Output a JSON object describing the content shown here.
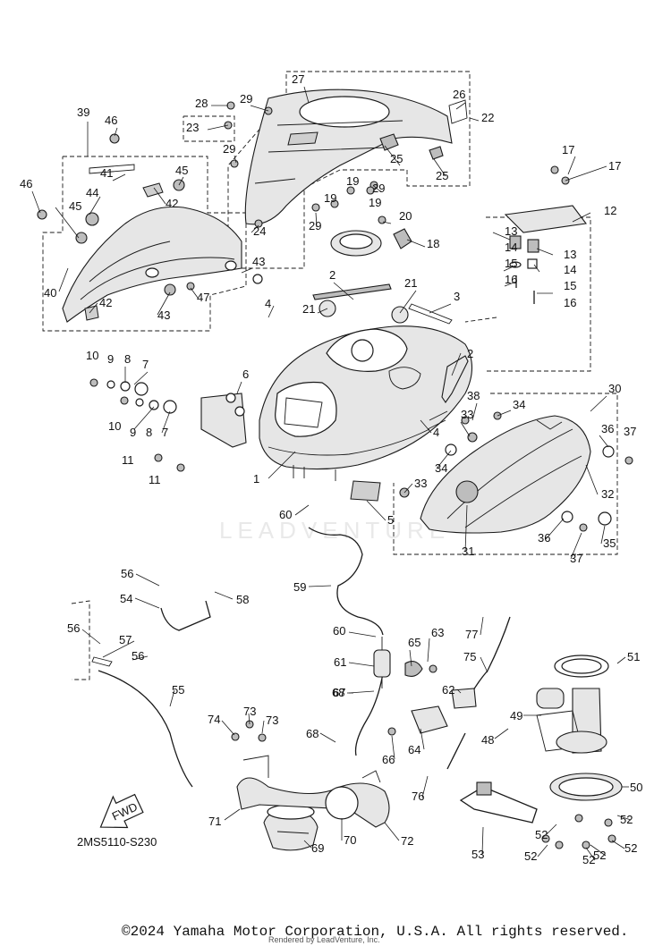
{
  "diagram": {
    "drawing_code": "2MS5110-S230",
    "fwd_label": "FWD",
    "watermark": "LEADVENTURE",
    "copyright": "©2024 Yamaha Motor Corporation, U.S.A. All rights reserved.",
    "rendered_by": "Rendered by LeadVenture, Inc.",
    "callouts": [
      {
        "n": "1"
      },
      {
        "n": "2"
      },
      {
        "n": "2"
      },
      {
        "n": "3"
      },
      {
        "n": "4"
      },
      {
        "n": "4"
      },
      {
        "n": "5"
      },
      {
        "n": "6"
      },
      {
        "n": "7"
      },
      {
        "n": "7"
      },
      {
        "n": "8"
      },
      {
        "n": "8"
      },
      {
        "n": "9"
      },
      {
        "n": "9"
      },
      {
        "n": "10"
      },
      {
        "n": "10"
      },
      {
        "n": "11"
      },
      {
        "n": "11"
      },
      {
        "n": "12"
      },
      {
        "n": "13"
      },
      {
        "n": "13"
      },
      {
        "n": "14"
      },
      {
        "n": "14"
      },
      {
        "n": "15"
      },
      {
        "n": "15"
      },
      {
        "n": "16"
      },
      {
        "n": "16"
      },
      {
        "n": "17"
      },
      {
        "n": "17"
      },
      {
        "n": "18"
      },
      {
        "n": "19"
      },
      {
        "n": "19"
      },
      {
        "n": "19"
      },
      {
        "n": "20"
      },
      {
        "n": "21"
      },
      {
        "n": "21"
      },
      {
        "n": "22"
      },
      {
        "n": "23"
      },
      {
        "n": "24"
      },
      {
        "n": "25"
      },
      {
        "n": "25"
      },
      {
        "n": "26"
      },
      {
        "n": "27"
      },
      {
        "n": "28"
      },
      {
        "n": "29"
      },
      {
        "n": "29"
      },
      {
        "n": "29"
      },
      {
        "n": "29"
      },
      {
        "n": "30"
      },
      {
        "n": "31"
      },
      {
        "n": "32"
      },
      {
        "n": "33"
      },
      {
        "n": "33"
      },
      {
        "n": "34"
      },
      {
        "n": "34"
      },
      {
        "n": "35"
      },
      {
        "n": "36"
      },
      {
        "n": "36"
      },
      {
        "n": "37"
      },
      {
        "n": "37"
      },
      {
        "n": "38"
      },
      {
        "n": "39"
      },
      {
        "n": "40"
      },
      {
        "n": "41"
      },
      {
        "n": "42"
      },
      {
        "n": "42"
      },
      {
        "n": "43"
      },
      {
        "n": "43"
      },
      {
        "n": "44"
      },
      {
        "n": "45"
      },
      {
        "n": "45"
      },
      {
        "n": "46"
      },
      {
        "n": "46"
      },
      {
        "n": "47"
      },
      {
        "n": "48"
      },
      {
        "n": "49"
      },
      {
        "n": "50"
      },
      {
        "n": "51"
      },
      {
        "n": "52"
      },
      {
        "n": "52"
      },
      {
        "n": "52"
      },
      {
        "n": "52"
      },
      {
        "n": "52"
      },
      {
        "n": "52"
      },
      {
        "n": "53"
      },
      {
        "n": "54"
      },
      {
        "n": "55"
      },
      {
        "n": "56"
      },
      {
        "n": "56"
      },
      {
        "n": "56"
      },
      {
        "n": "57"
      },
      {
        "n": "58"
      },
      {
        "n": "59"
      },
      {
        "n": "60"
      },
      {
        "n": "60"
      },
      {
        "n": "61"
      },
      {
        "n": "62"
      },
      {
        "n": "63"
      },
      {
        "n": "64"
      },
      {
        "n": "65"
      },
      {
        "n": "66"
      },
      {
        "n": "67"
      },
      {
        "n": "68"
      },
      {
        "n": "68"
      },
      {
        "n": "69"
      },
      {
        "n": "70"
      },
      {
        "n": "71"
      },
      {
        "n": "72"
      },
      {
        "n": "73"
      },
      {
        "n": "73"
      },
      {
        "n": "74"
      },
      {
        "n": "75"
      },
      {
        "n": "76"
      },
      {
        "n": "77"
      }
    ]
  }
}
